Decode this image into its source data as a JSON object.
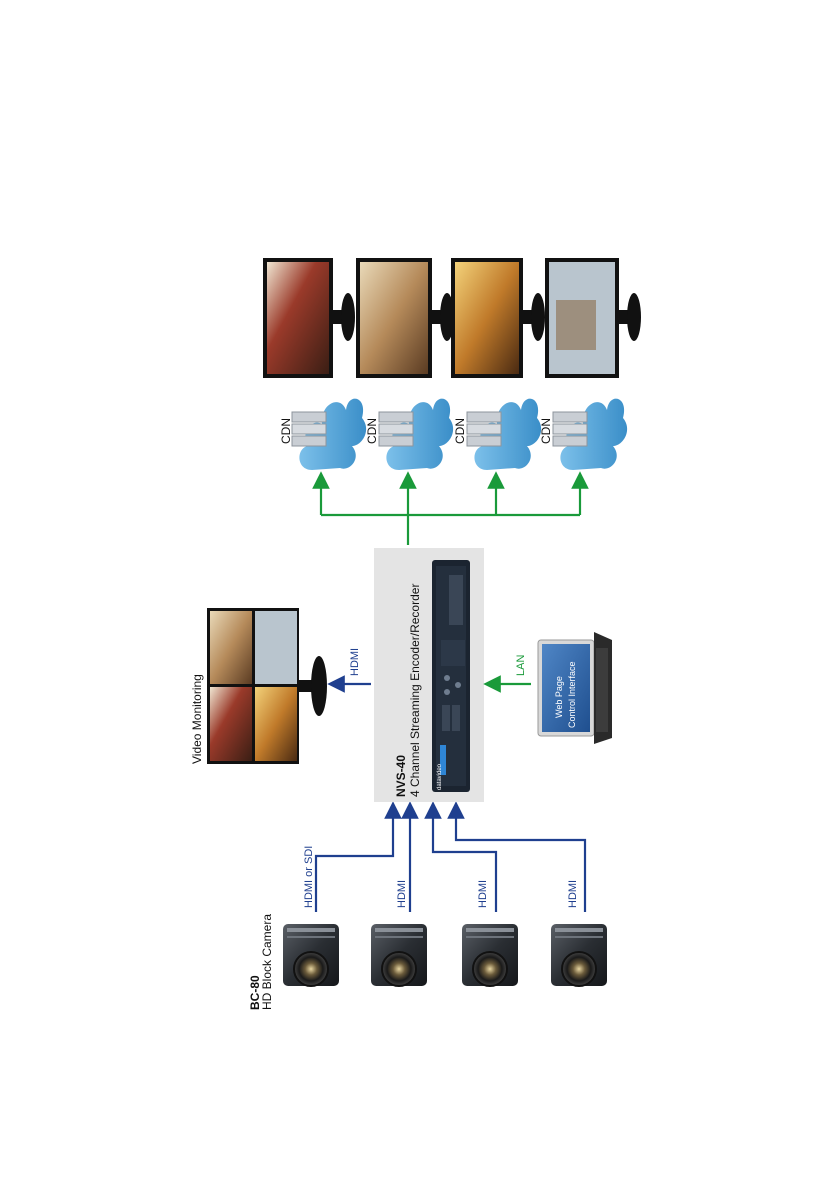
{
  "camera": {
    "model": "BC-80",
    "description": "HD Block Camera",
    "links": [
      "HDMI or SDI",
      "HDMI",
      "HDMI",
      "HDMI"
    ]
  },
  "encoder": {
    "model": "NVS-40",
    "description": "4 Channel Streaming Encoder/Recorder",
    "brand": "datavideo"
  },
  "monitoring": {
    "label": "Video Monitoring",
    "link": "HDMI"
  },
  "control": {
    "link": "LAN",
    "screen_line1": "Web Page",
    "screen_line2": "Control Interface"
  },
  "cdn": {
    "labels": [
      "CDN",
      "CDN",
      "CDN",
      "CDN"
    ]
  },
  "colors": {
    "blue_arrow": "#1f3f8f",
    "green_arrow": "#1a9a3a",
    "cloud": "#5aa7d8",
    "encoder_panel": "#e4e4e4",
    "device_body": "#1b2430"
  },
  "icons": [
    "camera-icon",
    "encoder-device-icon",
    "monitor-icon",
    "laptop-icon",
    "cloud-server-icon",
    "arrow-icon"
  ]
}
